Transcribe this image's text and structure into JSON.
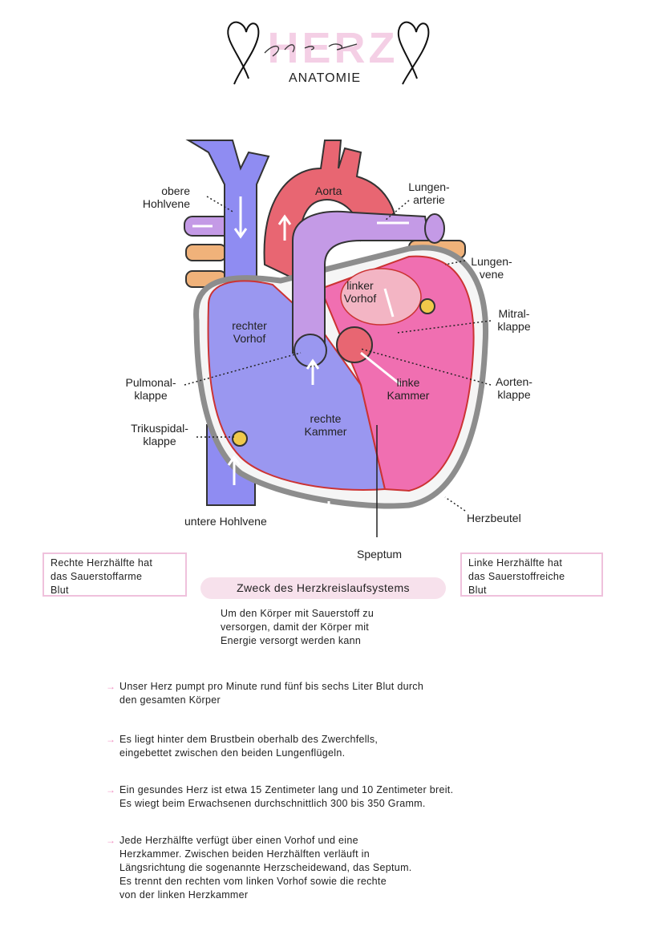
{
  "header": {
    "logo_text": "HERZ",
    "subtitle": "ANATOMIE"
  },
  "diagram": {
    "labels": {
      "obere_hohlvene": [
        "obere",
        "Hohlvene"
      ],
      "aorta": "Aorta",
      "lungenarterie": [
        "Lungen-",
        "arterie"
      ],
      "lungenvene": [
        "Lungen-",
        "vene"
      ],
      "linker_vorhof": [
        "linker",
        "Vorhof"
      ],
      "mitralklappe": [
        "Mitral-",
        "klappe"
      ],
      "rechter_vorhof": [
        "rechter",
        "Vorhof"
      ],
      "pulmonalklappe": [
        "Pulmonal-",
        "klappe"
      ],
      "aortenklappe": [
        "Aorten-",
        "klappe"
      ],
      "linke_kammer": [
        "linke",
        "Kammer"
      ],
      "rechte_kammer": [
        "rechte",
        "Kammer"
      ],
      "trikuspidalklappe": [
        "Trikuspidal-",
        "klappe"
      ],
      "untere_hohlvene": "untere Hohlvene",
      "herzbeutel": "Herzbeutel",
      "septum": "Speptum"
    },
    "colors": {
      "deoxygenated": "#8f8cf2",
      "oxygenated": "#e86672",
      "pulmonary_artery": "#c49ae6",
      "pulmonary_vein": "#f0b27a",
      "left_chamber": "#f06fb1",
      "pericardium": "#a5a5a5"
    }
  },
  "notes": {
    "right_half": [
      "Rechte Herzhälfte hat",
      "das Sauerstoffarme",
      "Blut"
    ],
    "left_half": [
      "Linke Herzhälfte hat",
      "das Sauerstoffreiche",
      "Blut"
    ],
    "purpose_title": "Zweck des Herzkreislaufsystems",
    "purpose_text": [
      "Um den Körper mit Sauerstoff zu",
      "versorgen, damit der Körper mit",
      "Energie versorgt werden kann"
    ]
  },
  "bullets": [
    {
      "arrow": "→",
      "lines": [
        "Unser Herz pumpt pro Minute rund fünf bis sechs Liter Blut durch",
        "den gesamten Körper"
      ]
    },
    {
      "arrow": "→",
      "lines": [
        "Es liegt hinter dem Brustbein oberhalb des Zwerchfells,",
        "eingebettet zwischen den beiden Lungenflügeln."
      ]
    },
    {
      "arrow": "→",
      "lines": [
        "Ein gesundes Herz ist etwa 15 Zentimeter lang und 10 Zentimeter breit.",
        "Es wiegt beim Erwachsenen durchschnittlich 300 bis 350 Gramm."
      ]
    },
    {
      "arrow": "→",
      "lines": [
        "Jede Herzhälfte verfügt über einen Vorhof und eine",
        "Herzkammer. Zwischen beiden Herzhälften verläuft in",
        "Längsrichtung die sogenannte Herzscheidewand, das Septum.",
        "Es trennt den rechten vom linken Vorhof sowie die rechte",
        "von der linken Herzkammer"
      ]
    }
  ]
}
